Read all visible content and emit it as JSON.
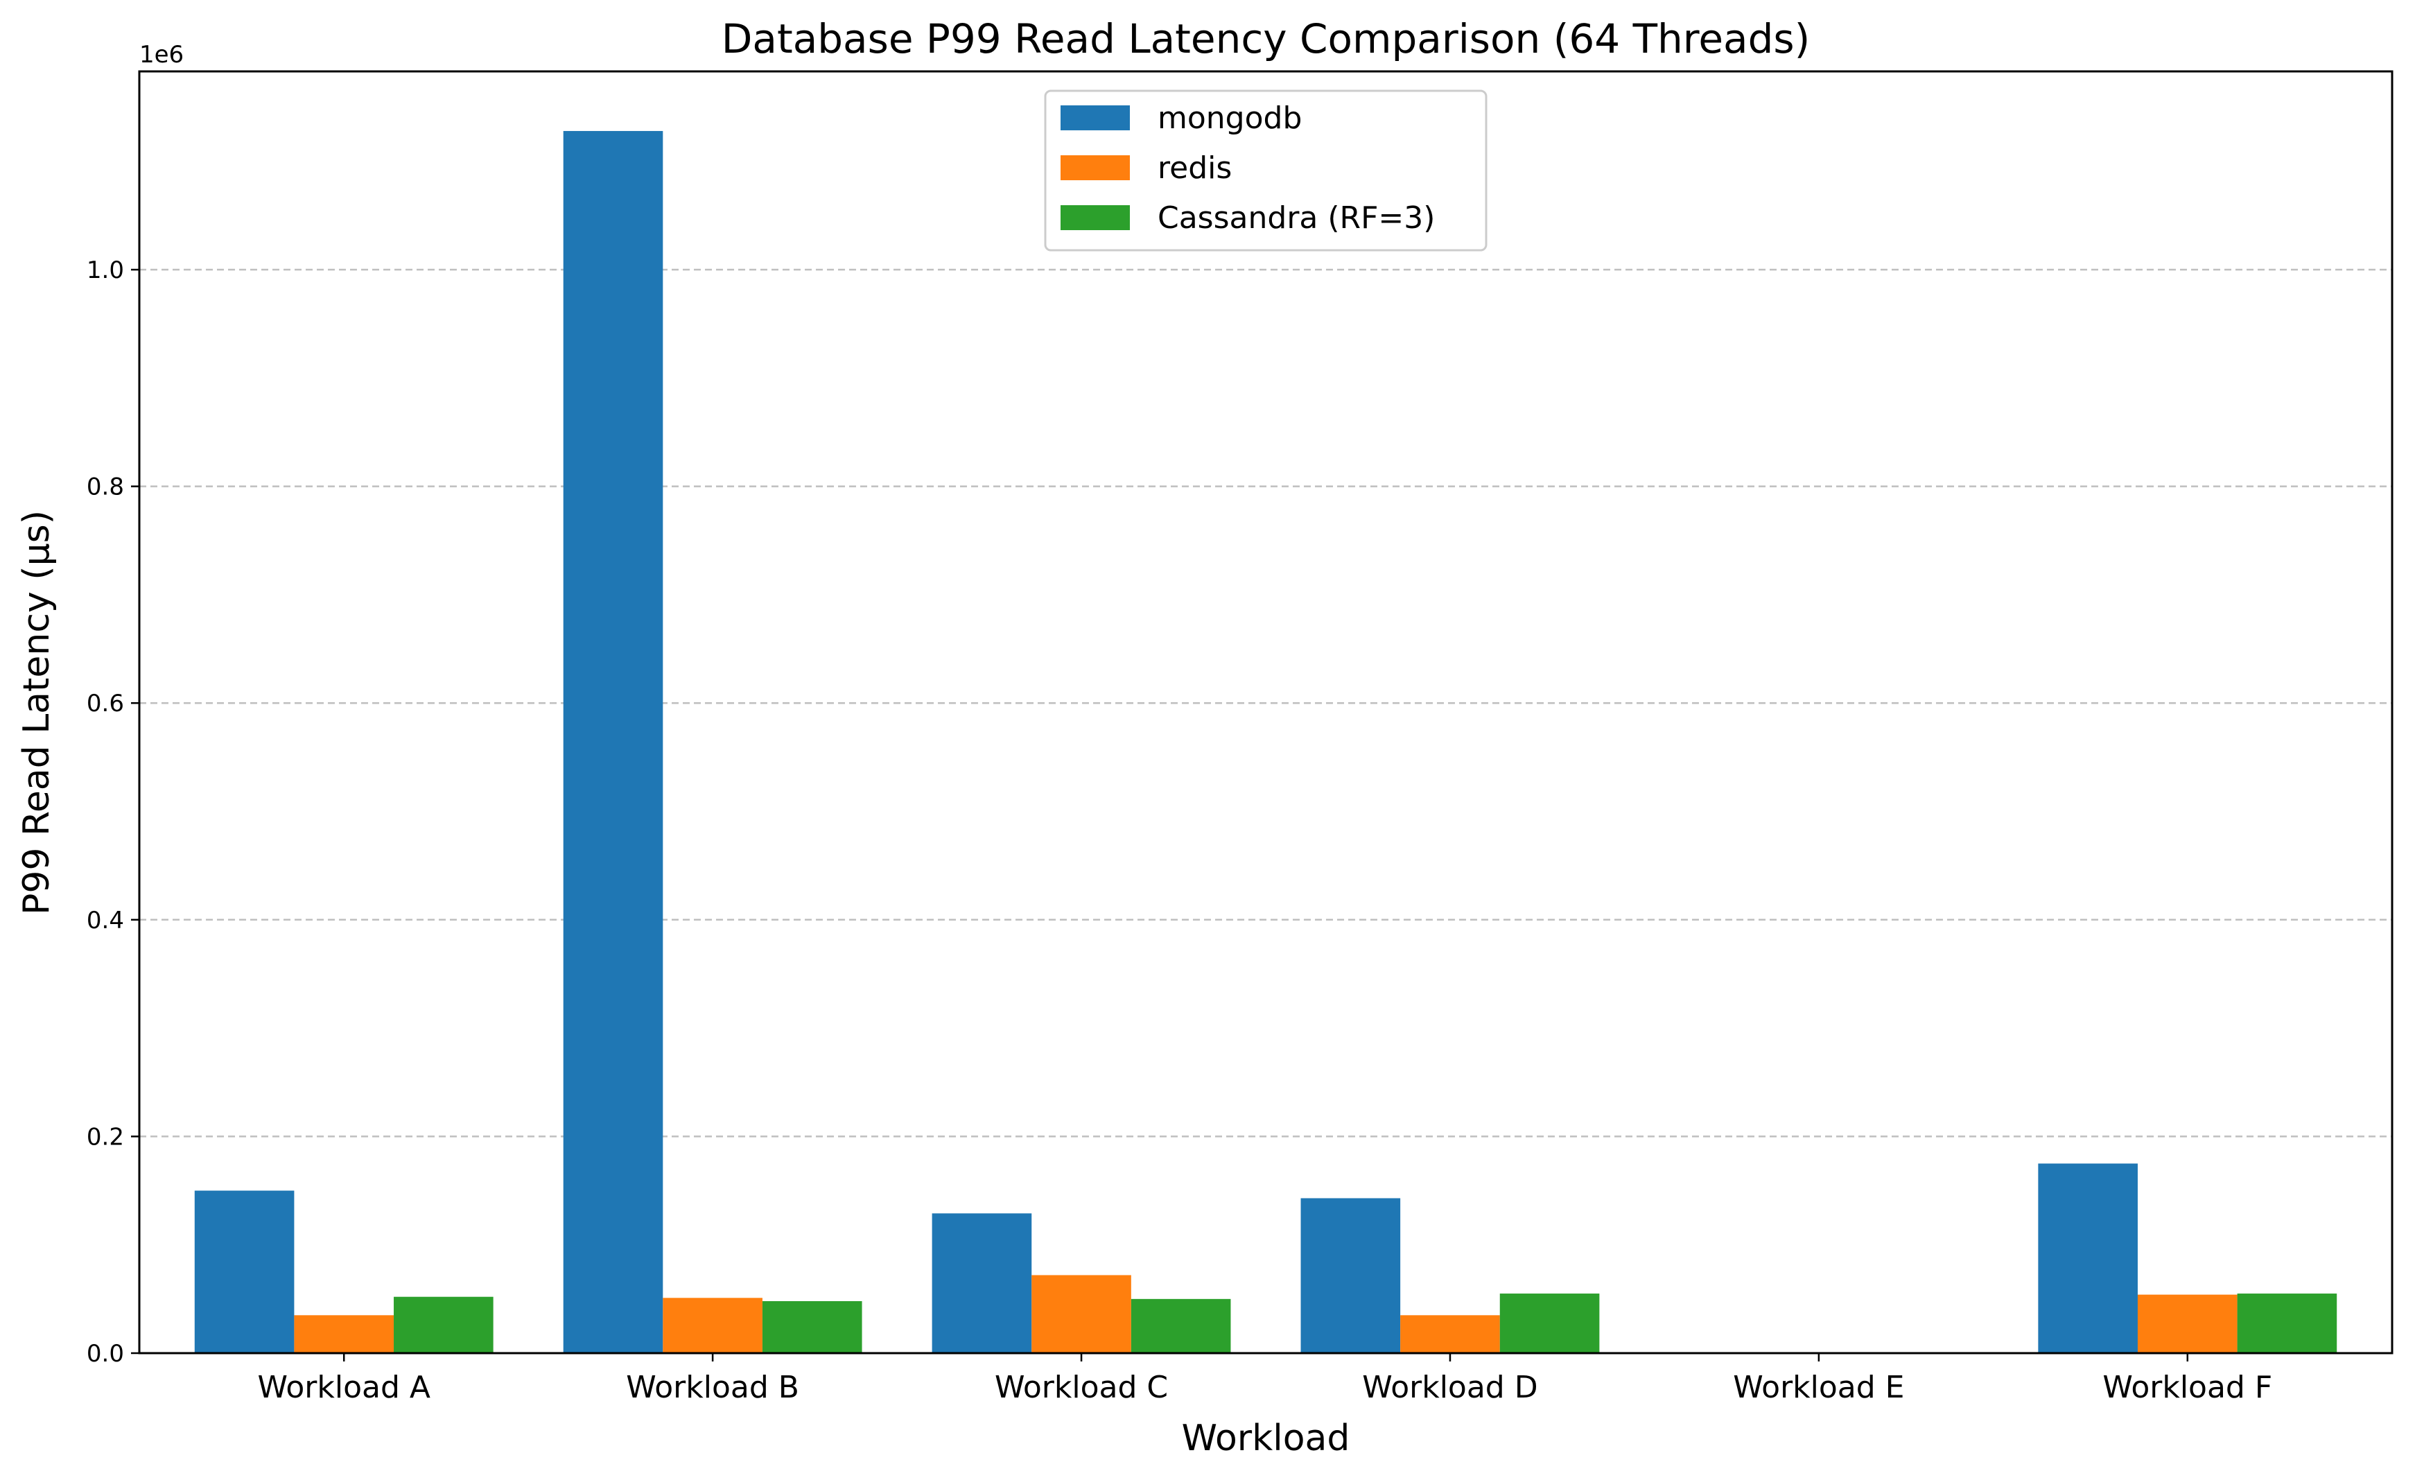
{
  "chart_data": {
    "type": "bar",
    "title": "Database P99 Read Latency Comparison (64 Threads)",
    "xlabel": "Workload",
    "ylabel": "P99 Read Latency (µs)",
    "y_offset_label": "1e6",
    "ylim": [
      0,
      1183000
    ],
    "yticks": [
      0,
      200000,
      400000,
      600000,
      800000,
      1000000
    ],
    "ytick_labels": [
      "0.0",
      "0.2",
      "0.4",
      "0.6",
      "0.8",
      "1.0"
    ],
    "grid": "y-dashed",
    "legend_position": "upper center",
    "categories": [
      "Workload A",
      "Workload B",
      "Workload C",
      "Workload D",
      "Workload E",
      "Workload F"
    ],
    "series": [
      {
        "name": "mongodb",
        "color": "#1f77b4",
        "values": [
          150000,
          1128000,
          129000,
          143000,
          0,
          175000
        ]
      },
      {
        "name": "redis",
        "color": "#ff7f0e",
        "values": [
          35000,
          51000,
          72000,
          35000,
          0,
          54000
        ]
      },
      {
        "name": "Cassandra (RF=3)",
        "color": "#2ca02c",
        "values": [
          52000,
          48000,
          50000,
          55000,
          0,
          55000
        ]
      }
    ]
  }
}
